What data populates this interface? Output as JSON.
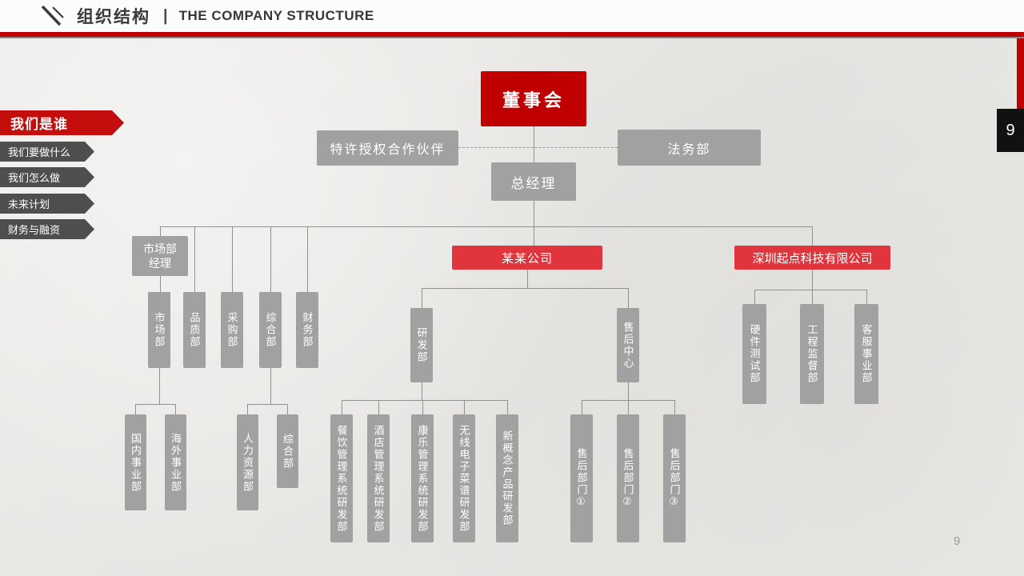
{
  "header": {
    "title_cn": "组织结构",
    "divider": "|",
    "title_en": "THE COMPANY STRUCTURE"
  },
  "sidebar": {
    "items": [
      {
        "label": "我们是谁",
        "active": true
      },
      {
        "label": "我们要做什么",
        "active": false
      },
      {
        "label": "我们怎么做",
        "active": false
      },
      {
        "label": "未来计划",
        "active": false
      },
      {
        "label": "财务与融资",
        "active": false
      }
    ]
  },
  "page_marker": "9",
  "page_number": "9",
  "colors": {
    "theme_red": "#c00000",
    "banner_red": "#e0353c",
    "box_gray": "#a1a1a1",
    "sidebar_gray": "#4e4e4e"
  },
  "org": {
    "board": "董事会",
    "partner": "特许授权合作伙伴",
    "legal": "法务部",
    "gm": "总经理",
    "company_a": "某某公司",
    "company_b": "深圳起点科技有限公司",
    "mkt_mgr_line1": "市场部",
    "mkt_mgr_line2": "经理",
    "level1": [
      "市场部",
      "品质部",
      "采购部",
      "综合部",
      "财务部"
    ],
    "rd": "研发部",
    "after_sales": "售后中心",
    "b_depts": [
      "硬件测试部",
      "工程监督部",
      "客服事业部"
    ],
    "mkt_sub": [
      "国内事业部",
      "海外事业部"
    ],
    "admin_sub": [
      "人力资源部",
      "综合部"
    ],
    "rd_sub": [
      "餐饮管理系统研发部",
      "酒店管理系统研发部",
      "康乐管理系统研发部",
      "无线电子菜谱研发部",
      "新概念产品研发部"
    ],
    "as_sub": [
      "售后部门①",
      "售后部门②",
      "售后部门③"
    ]
  }
}
